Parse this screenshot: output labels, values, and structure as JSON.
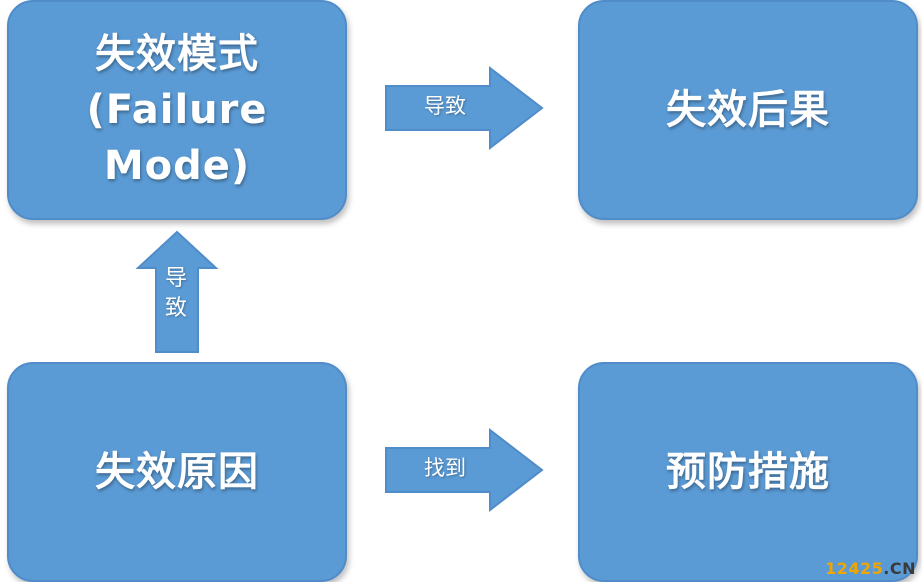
{
  "boxes": {
    "mode": {
      "line1": "失效模式",
      "line2": "(Failure Mode)"
    },
    "effect": {
      "label": "失效后果"
    },
    "cause": {
      "label": "失效原因"
    },
    "prevent": {
      "label": "预防措施"
    }
  },
  "arrows": {
    "mode_to_effect": "导致",
    "cause_to_mode": "导致",
    "cause_to_prevent": "找到"
  },
  "watermark": {
    "main": "12425",
    "sub": ".CN"
  },
  "colors": {
    "box_fill": "#5b9bd5",
    "box_border": "#4f8cc9",
    "text": "#ffffff",
    "watermark_main": "#f0a500",
    "watermark_sub": "#3a3a3a"
  }
}
